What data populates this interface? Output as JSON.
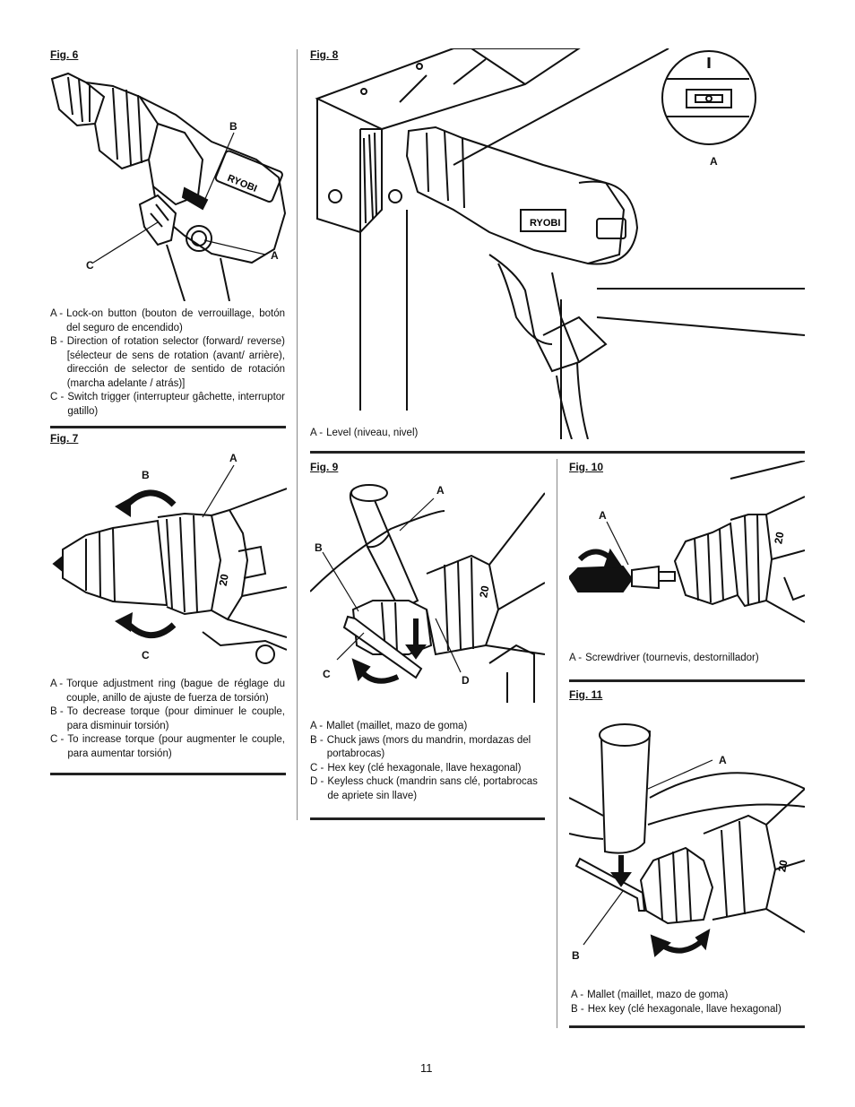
{
  "page_number": "11",
  "figures": {
    "fig6": {
      "title": "Fig. 6",
      "callouts": {
        "a": "A",
        "b": "B",
        "c": "C"
      },
      "legend": [
        {
          "key": "A -",
          "text": "Lock-on button (bouton de verrouillage, botón del seguro de encendido)"
        },
        {
          "key": "B -",
          "text": "Direction of rotation selector (forward/ reverse) [sélecteur de sens de rotation (avant/ arrière), dirección de selector de sentido de rotación (marcha adelante / atrás)]"
        },
        {
          "key": "C -",
          "text": "Switch trigger (interrupteur gâchette, interruptor gatillo)"
        }
      ]
    },
    "fig7": {
      "title": "Fig. 7",
      "callouts": {
        "a": "A",
        "b": "B",
        "c": "C"
      },
      "legend": [
        {
          "key": "A -",
          "text": "Torque adjustment ring (bague de réglage du couple, anillo de ajuste de fuerza de torsión)"
        },
        {
          "key": "B -",
          "text": "To decrease torque (pour diminuer le couple, para disminuir torsión)"
        },
        {
          "key": "C -",
          "text": "To increase torque (pour augmenter le couple, para aumentar torsión)"
        }
      ]
    },
    "fig8": {
      "title": "Fig. 8",
      "callouts": {
        "a": "A"
      },
      "legend": [
        {
          "key": "A -",
          "text": "Level (niveau, nivel)"
        }
      ]
    },
    "fig9": {
      "title": "Fig. 9",
      "callouts": {
        "a": "A",
        "b": "B",
        "c": "C",
        "d": "D"
      },
      "legend": [
        {
          "key": "A -",
          "text": "Mallet (maillet, mazo de goma)"
        },
        {
          "key": "B -",
          "text": "Chuck jaws (mors du mandrin, mordazas del portabrocas)"
        },
        {
          "key": "C -",
          "text": "Hex key (clé hexagonale, llave hexagonal)"
        },
        {
          "key": "D -",
          "text": "Keyless chuck (mandrin sans clé, portabrocas de apriete sin llave)"
        }
      ]
    },
    "fig10": {
      "title": "Fig. 10",
      "callouts": {
        "a": "A"
      },
      "legend": [
        {
          "key": "A -",
          "text": "Screwdriver (tournevis, destornillador)"
        }
      ]
    },
    "fig11": {
      "title": "Fig. 11",
      "callouts": {
        "a": "A",
        "b": "B"
      },
      "legend": [
        {
          "key": "A -",
          "text": "Mallet (maillet, mazo de goma)"
        },
        {
          "key": "B -",
          "text": "Hex key (clé hexagonale, llave hexagonal)"
        }
      ]
    }
  },
  "illustration_labels": {
    "brand": "RYOBI",
    "torque_setting": "20"
  }
}
